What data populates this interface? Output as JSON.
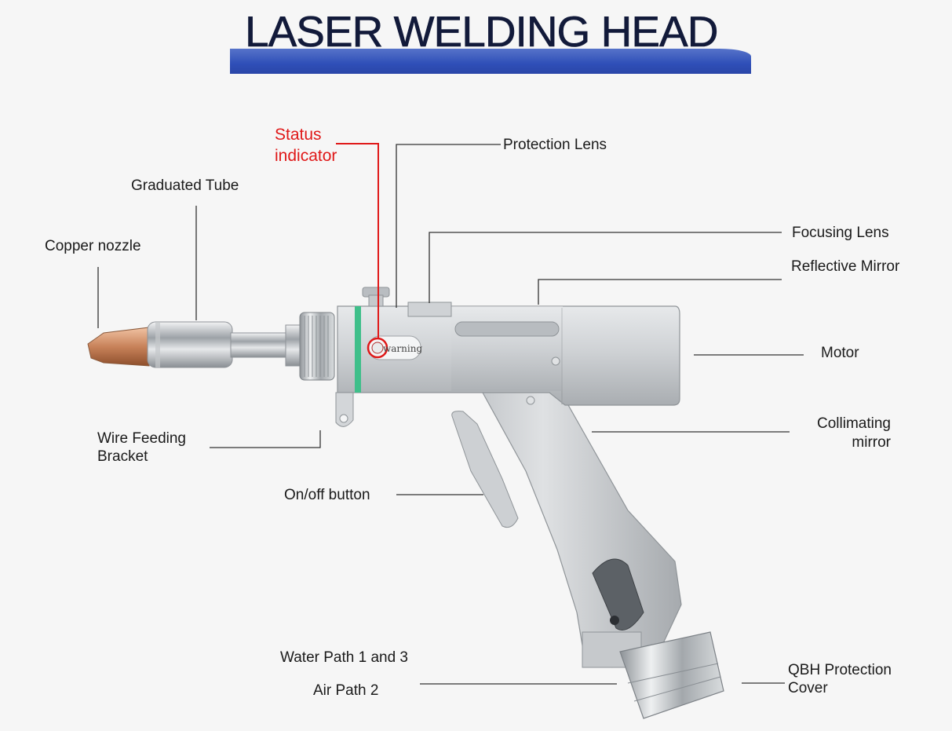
{
  "title": "LASER WELDING HEAD",
  "device_marking": "warning",
  "labels": {
    "status_indicator_1": "Status",
    "status_indicator_2": "indicator",
    "protection_lens": "Protection Lens",
    "graduated_tube": "Graduated Tube",
    "focusing_lens": "Focusing Lens",
    "copper_nozzle": "Copper nozzle",
    "reflective_mirror": "Reflective Mirror",
    "motor": "Motor",
    "collimating_1": "Collimating",
    "collimating_2": "mirror",
    "wire_feeding_1": "Wire Feeding",
    "wire_feeding_2": "Bracket",
    "onoff_button": "On/off button",
    "water_path": "Water Path 1 and 3",
    "air_path": "Air Path 2",
    "qbh_1": "QBH Protection",
    "qbh_2": "Cover"
  },
  "colors": {
    "title_bar": "#2f4fb8",
    "status_red": "#e01818",
    "body_gray": "#c9cccf",
    "copper": "#c8825a",
    "green_ring": "#3fbf8a"
  }
}
